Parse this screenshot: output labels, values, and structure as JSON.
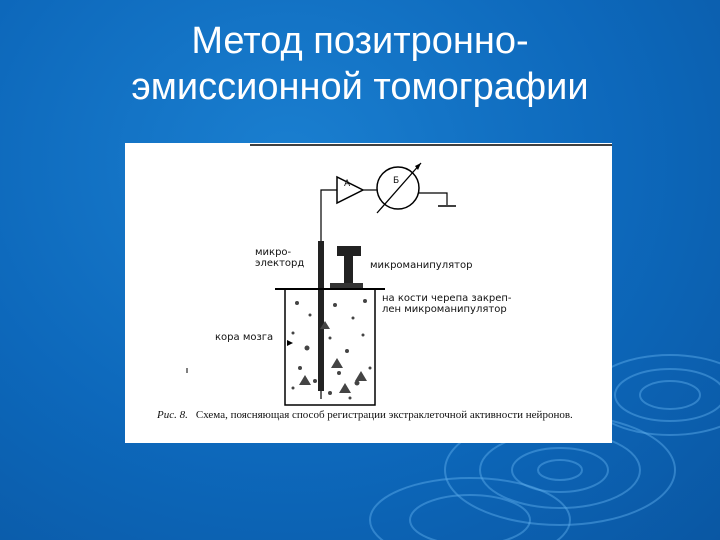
{
  "slide": {
    "title_line1": "Метод позитронно-",
    "title_line2": "эмиссионной томографии",
    "background_color": "#0d68bb",
    "title_color": "#ffffff"
  },
  "figure": {
    "block_a_label": "А",
    "block_b_label": "Б",
    "labels": {
      "microelectrode_line1": "микро-",
      "microelectrode_line2": "электорд",
      "micromanipulator": "микроманипулятор",
      "skull_line1": "на кости черепа закреп-",
      "skull_line2": "лен микроманипулятор",
      "cortex": "кора мозга"
    },
    "caption_fig": "Рис. 8.",
    "caption_text": "Схема, поясняющая способ регистрации экстраклеточной активности нейронов."
  }
}
